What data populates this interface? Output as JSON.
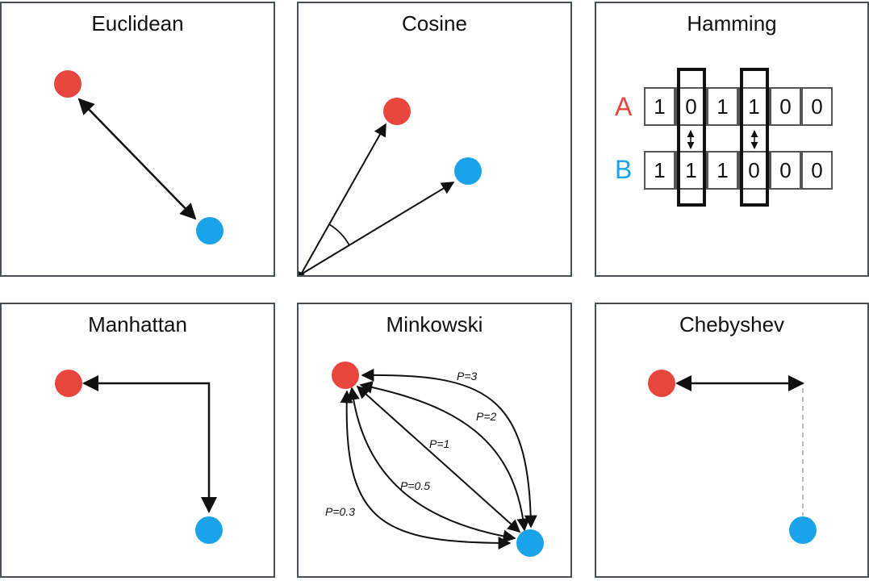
{
  "panels": {
    "euclidean": {
      "title": "Euclidean"
    },
    "cosine": {
      "title": "Cosine"
    },
    "hamming": {
      "title": "Hamming",
      "rows": [
        {
          "label": "A",
          "bits": [
            "1",
            "0",
            "1",
            "1",
            "0",
            "0"
          ]
        },
        {
          "label": "B",
          "bits": [
            "1",
            "1",
            "1",
            "0",
            "0",
            "0"
          ]
        }
      ],
      "highlighted_positions": [
        2,
        4
      ]
    },
    "manhattan": {
      "title": "Manhattan"
    },
    "minkowski": {
      "title": "Minkowski",
      "curves": [
        {
          "label": "P=3"
        },
        {
          "label": "P=2"
        },
        {
          "label": "P=1"
        },
        {
          "label": "P=0.5"
        },
        {
          "label": "P=0.3"
        }
      ]
    },
    "chebyshev": {
      "title": "Chebyshev"
    }
  },
  "colors": {
    "point_a": "#e8453c",
    "point_b": "#1aa3e8",
    "border": "#4a4f55",
    "arrow": "#111111",
    "dashed": "#bbbbbb"
  }
}
